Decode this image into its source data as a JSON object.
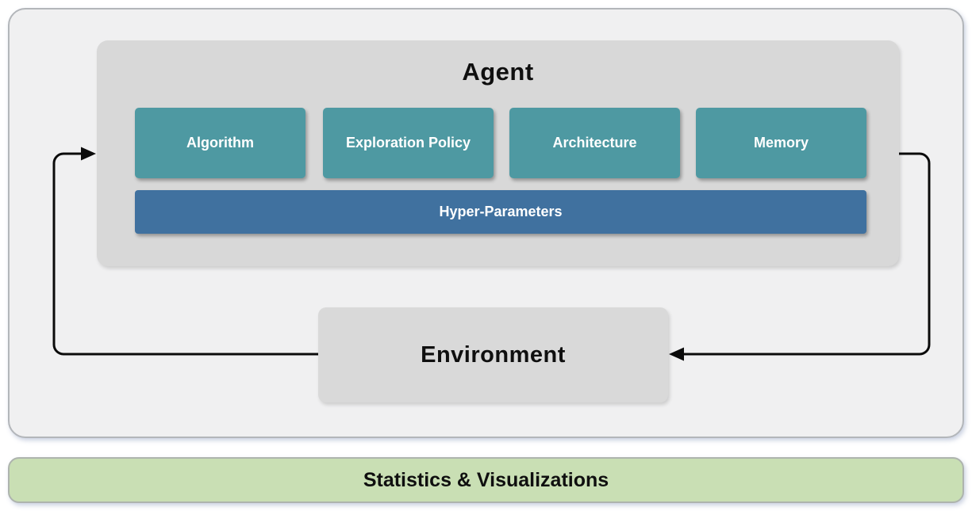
{
  "agent": {
    "title": "Agent",
    "modules": [
      {
        "label": "Algorithm"
      },
      {
        "label": "Exploration Policy"
      },
      {
        "label": "Architecture"
      },
      {
        "label": "Memory"
      }
    ],
    "hyper_parameters": {
      "label": "Hyper-Parameters"
    }
  },
  "environment": {
    "title": "Environment"
  },
  "footer": {
    "label": "Statistics & Visualizations"
  },
  "arrows": [
    {
      "name": "agent-to-environment-arrow"
    },
    {
      "name": "environment-to-agent-arrow"
    }
  ],
  "colors": {
    "module_teal": "#4e99a2",
    "hyper_parameters_blue": "#40719f",
    "agent_gray": "#d8d8d8",
    "environment_gray": "#d9d9d9",
    "outer_panel_gray": "#f0f0f1",
    "footer_green": "#c9dfb4",
    "arrow_black": "#0b0b0b"
  }
}
